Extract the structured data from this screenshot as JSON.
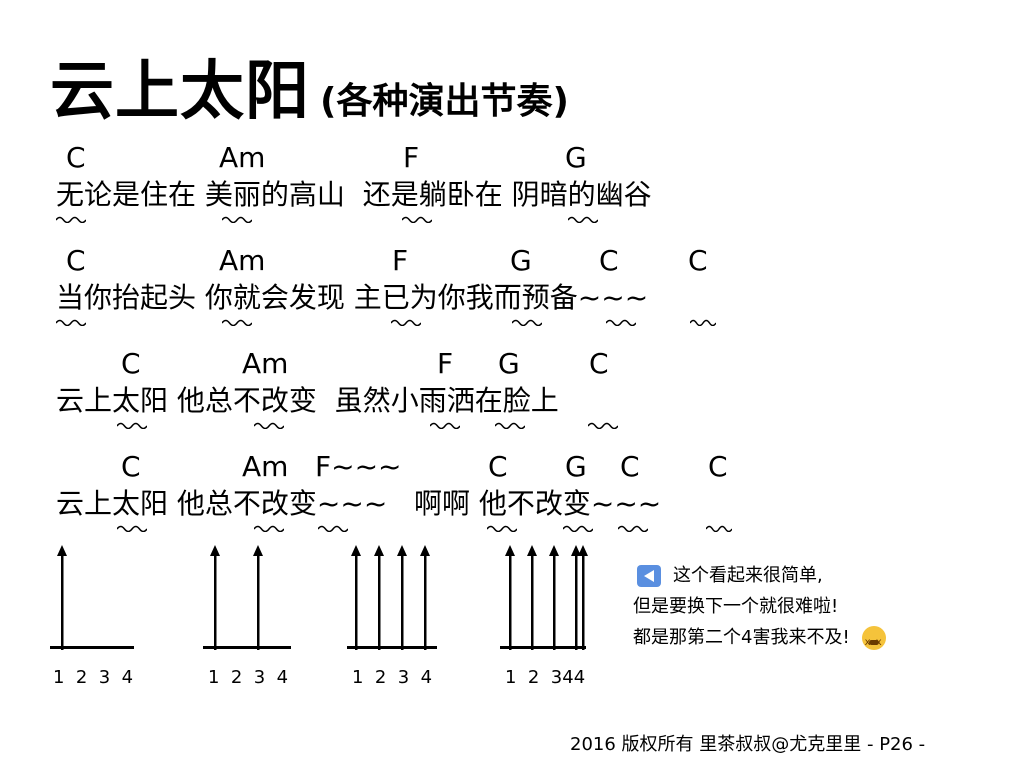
{
  "title": {
    "main": "云上太阳",
    "sub": "(各种演出节奏)"
  },
  "lines": [
    {
      "chords": [
        "C",
        "Am",
        "F",
        "G"
      ],
      "lyric": "无论是住在 美丽的高山  还是躺卧在 阴暗的幽谷"
    },
    {
      "chords": [
        "C",
        "Am",
        "F",
        "G",
        "C",
        "C"
      ],
      "lyric": "当你抬起头 你就会发现 主已为你我而预备~~~"
    },
    {
      "chords": [
        "C",
        "Am",
        "F",
        "G",
        "C"
      ],
      "lyric": "云上太阳 他总不改变  虽然小雨洒在脸上"
    },
    {
      "chords": [
        "C",
        "Am",
        "F~~~",
        "C",
        "G",
        "C",
        "C"
      ],
      "lyric": "云上太阳 他总不改变~~~   啊啊 他不改变~~~"
    }
  ],
  "patterns": [
    {
      "counts": "1  2  3  4"
    },
    {
      "counts": "1  2  3  4"
    },
    {
      "counts": "1  2  3  4"
    },
    {
      "counts": "1  2  344"
    }
  ],
  "note": {
    "line1": "这个看起来很简单,",
    "line2": "但是要换下一个就很难啦!",
    "line3": "都是那第二个4害我来不及!",
    "back_icon": "back-arrow-icon",
    "emoji_icon": "tired-face-icon"
  },
  "footer": "2016 版权所有  里茶叔叔@尤克里里   - P26 -"
}
